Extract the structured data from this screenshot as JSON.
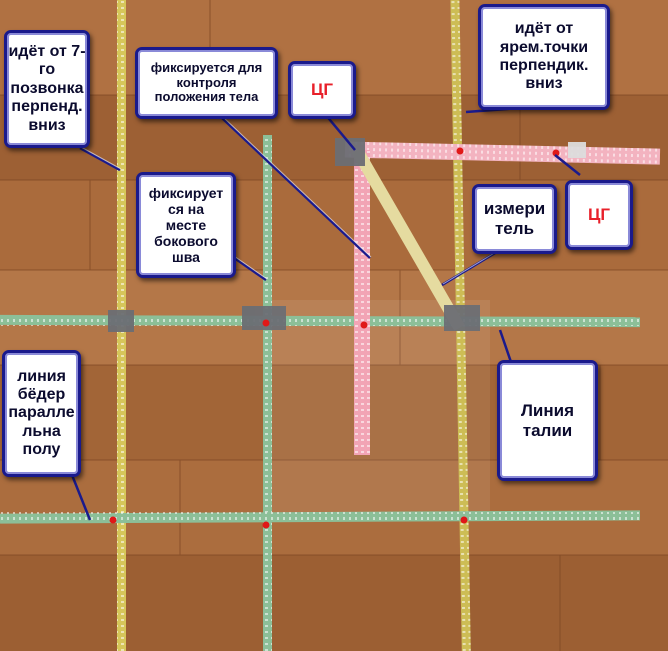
{
  "callouts": {
    "spine_vertical": "идёт от 7-\nго\nпозвонка\nперпенд.\nвниз",
    "body_position": "фиксируется для\nконтроля\nположения тела",
    "cg_left": "ЦГ",
    "jugular_vertical": "идёт от\nярем.точки\nперпендик.\nвниз",
    "side_seam": "фиксирует\nся на\nместе\nбокового\nшва",
    "measurer": "измери\nтель",
    "cg_right": "ЦГ",
    "hip_line": "линия\nбёдер\nпаралле\nльна\nполу",
    "waist_line": "Линия\nталии"
  },
  "colors": {
    "floor": "#a86a3a",
    "tape_green": "#8fbf9a",
    "tape_yellow": "#d8c85a",
    "tape_pink": "#f2a8b8",
    "marker_red": "#e01818",
    "callout_border": "#1a1a8c"
  }
}
